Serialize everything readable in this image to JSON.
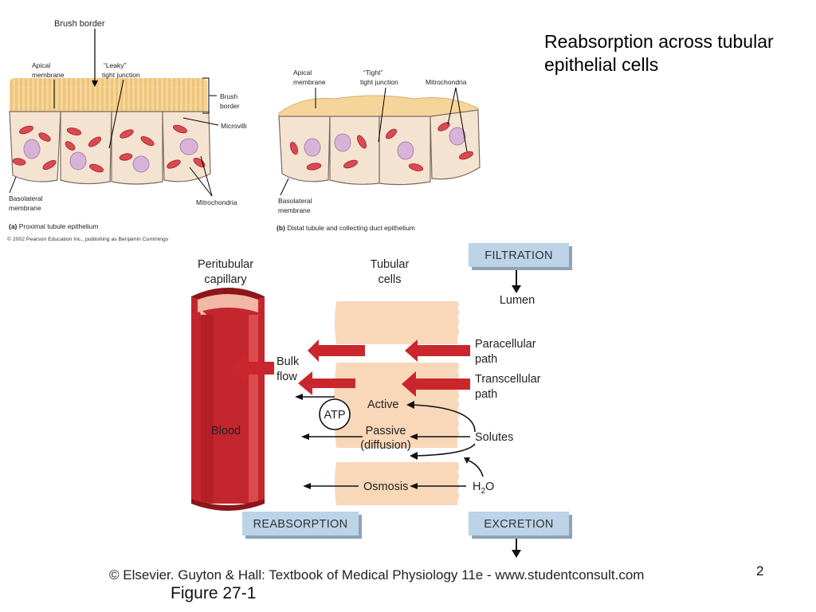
{
  "slide": {
    "title": "Reabsorption across tubular epithelial cells",
    "page_number": "2",
    "figure_label": "Figure 27-1",
    "copyright": "© Elsevier. Guyton & Hall: Textbook of Medical Physiology 11e - www.studentconsult.com"
  },
  "micrograph": {
    "a": {
      "brush_border_top": "Brush border",
      "apical_line1": "Apical",
      "apical_line2": "membrane",
      "leaky_line1": "“Leaky”",
      "leaky_line2": "tight junction",
      "brush_line1": "Brush",
      "brush_line2": "border",
      "microvilli": "Microvilli",
      "basolateral_line1": "Basolateral",
      "basolateral_line2": "membrane",
      "mitochondria": "Mitrochondria",
      "caption_tag": "(a)",
      "caption": "Proximal tubule epithelium",
      "credit": "© 2002 Pearson Education Inc., publishing as Benjamin Cummings"
    },
    "b": {
      "apical_line1": "Apical",
      "apical_line2": "membrane",
      "tight_line1": "“Tight”",
      "tight_line2": "tight junction",
      "mitochondria": "Mitrochondria",
      "basolateral_line1": "Basolateral",
      "basolateral_line2": "membrane",
      "caption_tag": "(b)",
      "caption": "Distal tubule and collecting duct epithelium"
    }
  },
  "schematic": {
    "peritubular_line1": "Peritubular",
    "peritubular_line2": "capillary",
    "tubular_line1": "Tubular",
    "tubular_line2": "cells",
    "filtration": "FILTRATION",
    "lumen": "Lumen",
    "paracellular_line1": "Paracellular",
    "paracellular_line2": "path",
    "transcellular_line1": "Transcellular",
    "transcellular_line2": "path",
    "bulk_line1": "Bulk",
    "bulk_line2": "flow",
    "active": "Active",
    "atp": "ATP",
    "passive_line1": "Passive",
    "passive_line2": "(diffusion)",
    "solutes": "Solutes",
    "osmosis": "Osmosis",
    "water_h": "H",
    "water_2": "2",
    "water_o": "O",
    "blood": "Blood",
    "reabsorption": "REABSORPTION",
    "excretion": "EXCRETION"
  },
  "colors": {
    "vessel_red": "#c4262e",
    "vessel_dark": "#8e1519",
    "cell_fill": "#f9d7b9",
    "box_blue": "#bcd3e8",
    "mito_red": "#d94a52",
    "nucleus": "#d7b3d8"
  }
}
